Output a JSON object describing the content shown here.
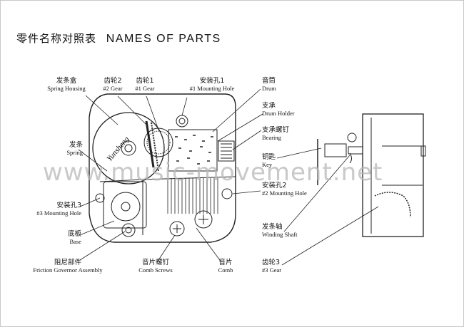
{
  "title": {
    "zh": "零件名称对照表",
    "en": "NAMES OF PARTS"
  },
  "watermark": "www.music-movement.net",
  "brand_on_part": "Yunsheng",
  "labels": {
    "spring_housing": {
      "zh": "发条盒",
      "en": "Spring Housing"
    },
    "gear2": {
      "zh": "齿轮2",
      "en": "#2 Gear"
    },
    "gear1": {
      "zh": "齿轮1",
      "en": "#1 Gear"
    },
    "hole1": {
      "zh": "安装孔1",
      "en": "#1 Mounting Hole"
    },
    "drum": {
      "zh": "音筒",
      "en": "Drum"
    },
    "drum_holder": {
      "zh": "支承",
      "en": "Drum Holder"
    },
    "bearing": {
      "zh": "支承螺钉",
      "en": "Bearing"
    },
    "spring": {
      "zh": "发条",
      "en": "Spring"
    },
    "key": {
      "zh": "钥匙",
      "en": "Key"
    },
    "hole2": {
      "zh": "安装孔2",
      "en": "#2 Mounting Hole"
    },
    "hole3": {
      "zh": "安装孔3",
      "en": "#3 Mounting Hole"
    },
    "base": {
      "zh": "底板",
      "en": "Base"
    },
    "winding_shaft": {
      "zh": "发条轴",
      "en": "Winding Shaft"
    },
    "friction": {
      "zh": "阻尼部件",
      "en": "Friction Governor Assembly"
    },
    "comb_screws": {
      "zh": "音片螺钉",
      "en": "Comb Screws"
    },
    "comb": {
      "zh": "音片",
      "en": "Comb"
    },
    "gear3": {
      "zh": "齿轮3",
      "en": "#3 Gear"
    }
  },
  "colors": {
    "line": "#222222",
    "watermark": "#b8b8b8",
    "border": "#c8c8c8"
  }
}
